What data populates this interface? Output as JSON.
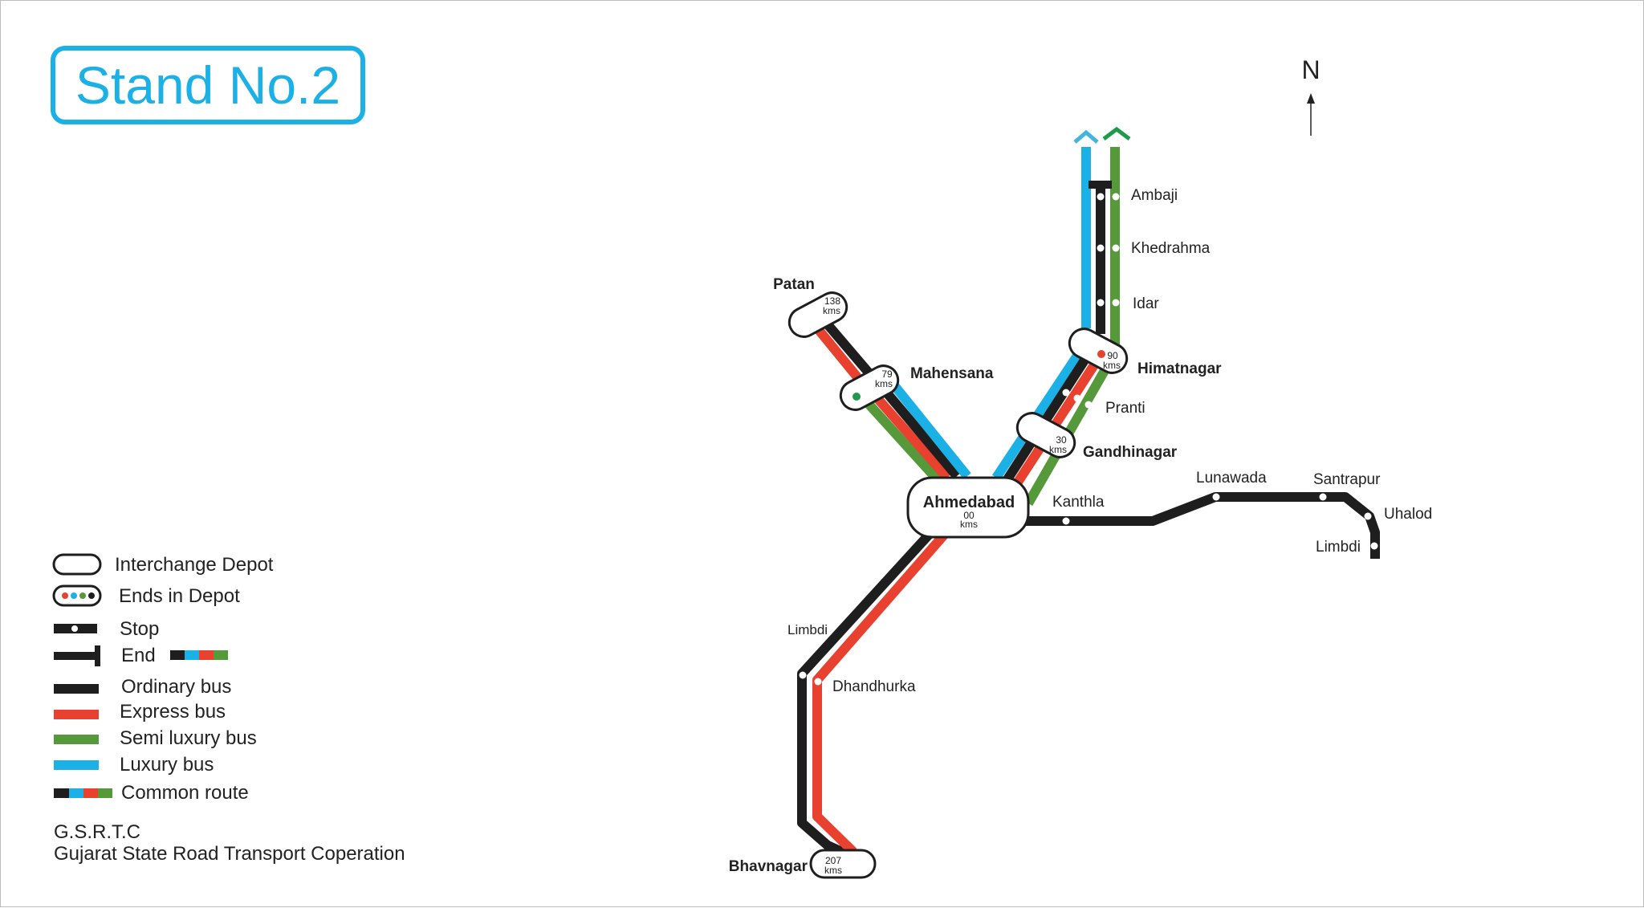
{
  "title": "Stand No.2",
  "compass": "N",
  "colors": {
    "ordinary": "#1e1e1e",
    "express": "#e8412f",
    "semi_luxury": "#56993b",
    "luxury": "#1bb0e6",
    "north_arrow_luxury": "#3fb6e0",
    "north_arrow_semi": "#1f9a4a",
    "title": "#1bb0e6"
  },
  "legend": {
    "interchange_depot": "Interchange Depot",
    "ends_in_depot": "Ends in Depot",
    "stop": "Stop",
    "end": "End",
    "ordinary_bus": "Ordinary bus",
    "express_bus": "Express bus",
    "semi_luxury_bus": "Semi luxury bus",
    "luxury_bus": "Luxury bus",
    "common_route": "Common route"
  },
  "credit": {
    "abbr": "G.S.R.T.C",
    "full": "Gujarat State Road Transport Coperation"
  },
  "depots": {
    "ahmedabad": {
      "name": "Ahmedabad",
      "km": "00",
      "unit": "kms"
    },
    "patan": {
      "name": "Patan",
      "km": "138",
      "unit": "kms"
    },
    "mahensana": {
      "name": "Mahensana",
      "km": "79",
      "unit": "kms"
    },
    "himatnagar": {
      "name": "Himatnagar",
      "km": "90",
      "unit": "kms"
    },
    "gandhinagar": {
      "name": "Gandhinagar",
      "km": "30",
      "unit": "kms"
    },
    "bhavnagar": {
      "name": "Bhavnagar",
      "km": "207",
      "unit": "kms"
    }
  },
  "stops": {
    "ambaji": "Ambaji",
    "khedrahma": "Khedrahma",
    "idar": "Idar",
    "pranti": "Pranti",
    "kanthla": "Kanthla",
    "lunawada": "Lunawada",
    "santrapur": "Santrapur",
    "uhalod": "Uhalod",
    "limbdi_east": "Limbdi",
    "limbdi_south": "Limbdi",
    "dhandhurka": "Dhandhurka"
  }
}
